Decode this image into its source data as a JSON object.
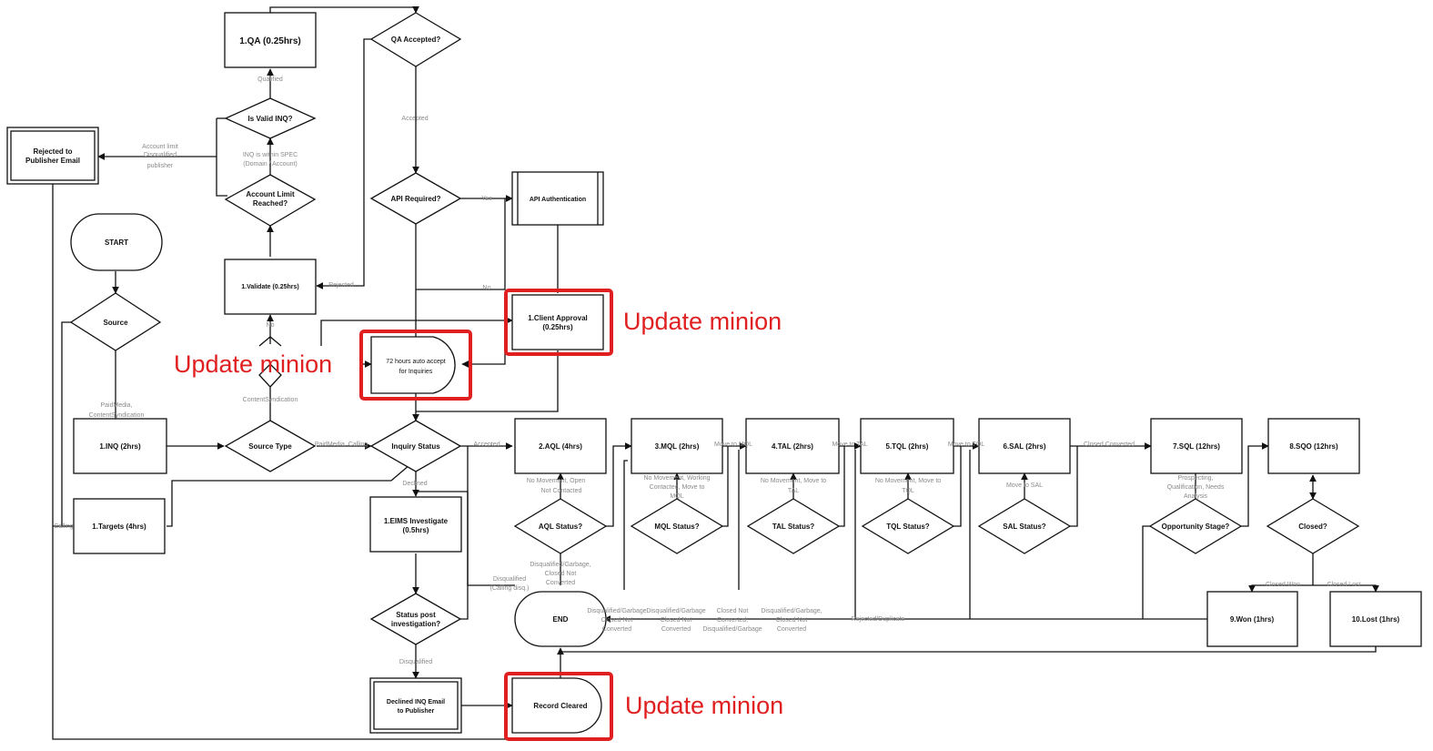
{
  "nodes": {
    "qa": "1.QA (0.25hrs)",
    "qa_accepted": "QA Accepted?",
    "is_valid_inq": "Is Valid INQ?",
    "rejected_publisher": [
      "Rejected to",
      "Publisher Email"
    ],
    "account_limit": [
      "Account Limit",
      "Reached?"
    ],
    "api_required": "API Required?",
    "api_auth": "API Authentication",
    "start": "START",
    "validate": "1.Validate (0.25hrs)",
    "client_approval": [
      "1.Client Approval",
      "(0.25hrs)"
    ],
    "source": "Source",
    "auto_accept": [
      "72 hours auto accept",
      "for Inquiries"
    ],
    "inq": "1.INQ (2hrs)",
    "source_type": "Source Type",
    "inquiry_status": "Inquiry Status",
    "aql": "2.AQL (4hrs)",
    "mql": "3.MQL (2hrs)",
    "tal": "4.TAL (2hrs)",
    "tql": "5.TQL (2hrs)",
    "sal": "6.SAL (2hrs)",
    "sql": "7.SQL (12hrs)",
    "sqo": "8.SQO (12hrs)",
    "targets": "1.Targets (4hrs)",
    "eims": [
      "1.EIMS Investigate",
      "(0.5hrs)"
    ],
    "aql_status": "AQL Status?",
    "mql_status": "MQL Status?",
    "tal_status": "TAL Status?",
    "tql_status": "TQL Status?",
    "sal_status": "SAL Status?",
    "opp_stage": "Opportunity Stage?",
    "closed": "Closed?",
    "status_post": [
      "Status post",
      "investigation?"
    ],
    "end": "END",
    "won": "9.Won (1hrs)",
    "lost": "10.Lost (1hrs)",
    "declined_email": [
      "Declined INQ Email",
      "to Publisher"
    ],
    "record_cleared": "Record Cleared"
  },
  "edge_labels": {
    "qualified": "Qualified",
    "accepted": "Accepted",
    "account_limit": [
      "Account limit",
      "Disqualified",
      "publisher"
    ],
    "inq_within_spec": [
      "INQ is within SPEC",
      "(Domain / Account)"
    ],
    "yes": "Yes",
    "no": "No",
    "rejected": "Rejected",
    "no_validate": "No",
    "paidmedia_content": [
      "PaidMedia,",
      "ContentSyndication"
    ],
    "contentsyndication": "ContentSyndication",
    "paidmedia_calling": "PaidMedia, Calling",
    "accepted_inq": "Accepted",
    "declined": "Declined",
    "calling": "Calling",
    "aql_no_move": [
      "No Movement, Open",
      "Not Contacted"
    ],
    "mql_no_move": [
      "No Movement, Working",
      "Contacted, Move to",
      "MQL"
    ],
    "tal_no_move": [
      "No Movement, Move to",
      "TAL"
    ],
    "tql_no_move": [
      "No Movement, Move to",
      "TQL"
    ],
    "move_to_sal": "Move to SAL",
    "move_to_mql": "Move to MQL",
    "move_to_tal": "Move to TAL",
    "move_to_tql": "Move to TQL",
    "closed_converted": "Closed   Converted",
    "prospecting": [
      "Prospecting,",
      "Qualification, Needs",
      "Analysis"
    ],
    "dq_garbage_closed": [
      "Disqualified/Garbage,",
      "Closed   Not",
      "Converted"
    ],
    "disqualified_calling": [
      "Disqualified",
      "(Calling disq.)"
    ],
    "end_dq1": [
      "Disqualified/Garbage",
      "Closed   Not",
      "Converted"
    ],
    "end_dq2": [
      "Disqualified/Garbage",
      "Closed   Not",
      "Converted"
    ],
    "end_closed": [
      "Closed   Not",
      "Converted,",
      "Disqualified/Garbage"
    ],
    "end_dq3": [
      "Disqualified/Garbage,",
      "Closed   Not",
      "Converted"
    ],
    "rejected_duplicate": "Rejected/Duplicate",
    "closed_won": "Closed Won",
    "closed_lost": "Closed Lost",
    "disqualified": "Disqualified"
  },
  "annotations": {
    "update_1": "Update minion",
    "update_2": "Update minion",
    "update_3": "Update minion"
  },
  "colors": {
    "highlight": "#e02020",
    "line": "#111111",
    "label": "#8a8a8a"
  }
}
